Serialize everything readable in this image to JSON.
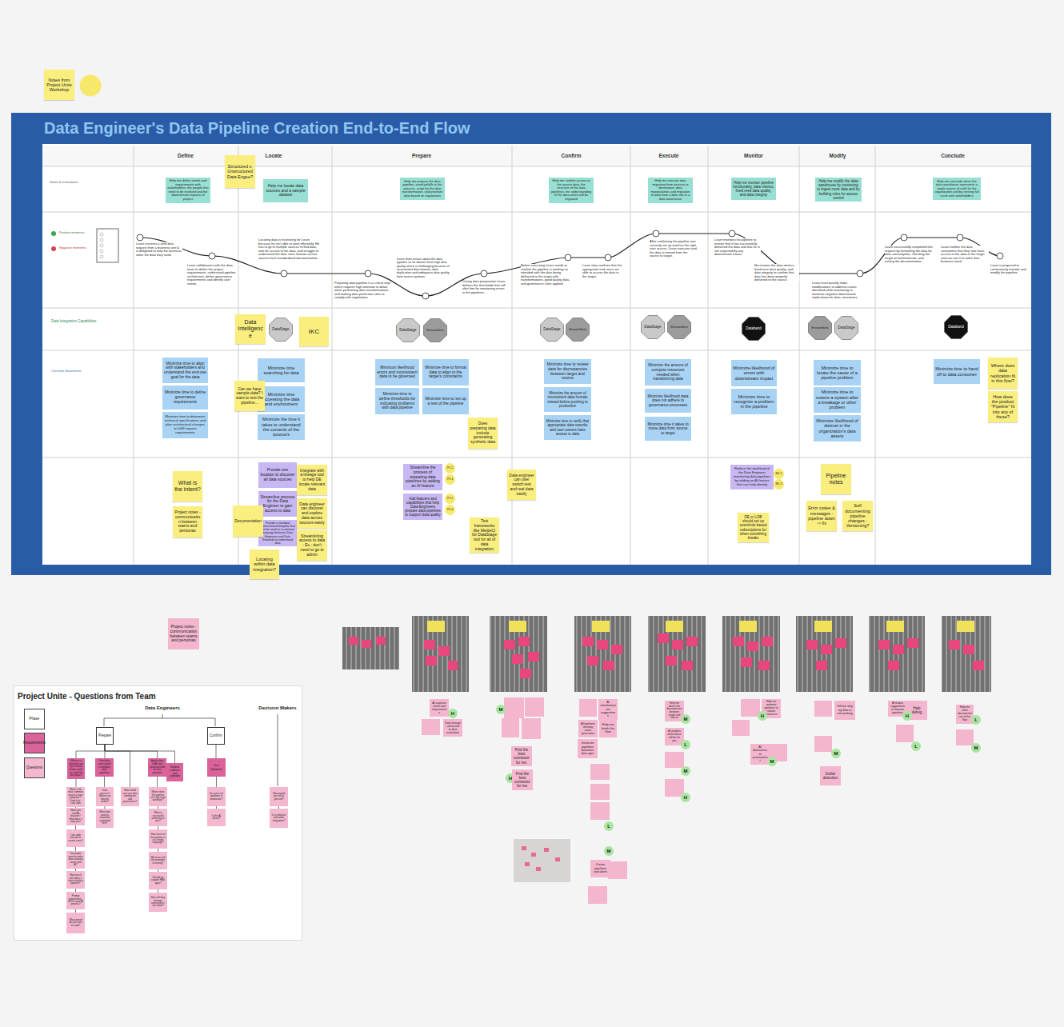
{
  "diagram": {
    "title": "Data Engineer's Data Pipeline Creation End-to-End Flow",
    "nodes": [
      {
        "text": [
          "Notes from Project Unite Workshop"
        ]
      },
      {
        "text": [
          "Structured v. Unstructured Data Engee?"
        ]
      },
      {
        "text": [
          "Help me define needs and requirements with stakeholders, the people that need to be involved and the downstream impacts of project"
        ]
      },
      {
        "text": [
          "Help me locate data sources and a sample dataset"
        ]
      },
      {
        "text": [
          "Help me prepare the data pipeline, avoid pitfalls in the process, script for the data transformation, and prioritize data based on regulations"
        ]
      },
      {
        "text": [
          "Help me confirm access to the source data, the structure of the data pipelines, the understanding of the data which will be migrated"
        ]
      },
      {
        "text": [
          "Help me execute data migration from sources to destination; data manipulation, and migration of data from a data silo to a data warehouse"
        ]
      },
      {
        "text": [
          "Help me monitor pipeline functionality, data metrics, fixed reed data quality, and data integrity"
        ]
      },
      {
        "text": [
          "Help me modify the data warehouse by continuing to ingest more data and by building rules for access control"
        ]
      },
      {
        "text": [
          "Help me conclude when the data warehouse represents a single source of truth for the organization and by serving full circle with stakeholders"
        ]
      },
      {
        "text": [
          "Data Intelligence"
        ]
      },
      {
        "text": [
          "DataStage"
        ]
      },
      {
        "text": [
          "IKC"
        ]
      },
      {
        "text": [
          "DataStage"
        ]
      },
      {
        "text": [
          "StreamSets"
        ]
      },
      {
        "text": [
          "DataStage"
        ]
      },
      {
        "text": [
          "StreamSets"
        ]
      },
      {
        "text": [
          "DataStage"
        ]
      },
      {
        "text": [
          "StreamSets"
        ]
      },
      {
        "text": [
          "Databand"
        ]
      },
      {
        "text": [
          "StreamSets"
        ]
      },
      {
        "text": [
          "DataStage"
        ]
      },
      {
        "text": [
          "Databand"
        ]
      },
      {
        "text": [
          "Minimize time to align with stakeholders and understand the end-use goal for the data"
        ]
      },
      {
        "text": [
          "Minimize time to define governance requirements"
        ]
      },
      {
        "text": [
          "Minimize time to determine technical specifications and plan architectural changes to fulfill request requirements"
        ]
      },
      {
        "text": [
          "Minimize time searching for data"
        ]
      },
      {
        "text": [
          "Minimize time accessing the data and environment"
        ]
      },
      {
        "text": [
          "Minimize the time it takes to understand the contents of the source/s"
        ]
      },
      {
        "text": [
          "Can we have sample data? I want to test the pipeline..."
        ]
      },
      {
        "text": [
          "Minimum likelihood errors and inconsistent data to be governed"
        ]
      },
      {
        "text": [
          "Minimize time to format data to align to the target's constraints"
        ]
      },
      {
        "text": [
          "Minimize time to define thresholds for indicating problems with data pipeline"
        ]
      },
      {
        "text": [
          "Minimize time to set up a test of the pipeline"
        ]
      },
      {
        "text": [
          "Does preparing data include generating synthetic data"
        ]
      },
      {
        "text": [
          "Minimize time to review data for discrepancies between target and source"
        ]
      },
      {
        "text": [
          "Minimize the amount of inconsistent data formats missed before pushing to production"
        ]
      },
      {
        "text": [
          "Minimize time to verify that appropriate data reworks and user-owners have access to data"
        ]
      },
      {
        "text": [
          "Minimize the amount of compute resources needed when transforming data"
        ]
      },
      {
        "text": [
          "Minimize likelihood data does not adhere to governance processes"
        ]
      },
      {
        "text": [
          "Minimize time it takes to move data from source to target"
        ]
      },
      {
        "text": [
          "Minimize likelihood of errors with downstream impact"
        ]
      },
      {
        "text": [
          "Minimize time to recognize a problem in the pipeline"
        ]
      },
      {
        "text": [
          "Minimize time to locate the cause of a pipeline problem"
        ]
      },
      {
        "text": [
          "Minimize time to restore a system after a breakage or other problem"
        ]
      },
      {
        "text": [
          "Minimize likelihood of distrust in the organization's data assets"
        ]
      },
      {
        "text": [
          "Minimize time to hand off to data consumer"
        ]
      },
      {
        "text": [
          "Where does data replication fit in this flow?"
        ]
      },
      {
        "text": [
          "How does the product \"Pipeline\" fit into any of these?"
        ]
      },
      {
        "text": [
          "What is the intent?"
        ]
      },
      {
        "text": [
          "Project notes - communication between teams and personas"
        ]
      },
      {
        "text": [
          "Provide one location to discover all data sources"
        ]
      },
      {
        "text": [
          "Streamline process for the Data Engineer to gain access to data"
        ]
      },
      {
        "text": [
          "Provide a standard nomenclature/template that can be used as a common language between Data Engineers and Data Stewards to understand data"
        ]
      },
      {
        "text": [
          "Integrate with a lineage tool to help DE locate relevant data"
        ]
      },
      {
        "text": [
          "Documentation"
        ]
      },
      {
        "text": [
          "Data engineer can discover and explore data across sources easily"
        ]
      },
      {
        "text": [
          "Streamlining access to data - Ex.: don't need to go to admin"
        ]
      },
      {
        "text": [
          "Locating within data integration?"
        ]
      },
      {
        "text": [
          "Streamline the process of preparing data pipelines by adding an AI feature"
        ]
      },
      {
        "text": [
          "P1.2"
        ]
      },
      {
        "text": [
          "P1.3"
        ]
      },
      {
        "text": [
          "Add features and capabilities that help Data Engineers prepare data pipelines to support data quality"
        ]
      },
      {
        "text": [
          "P1.1"
        ]
      },
      {
        "text": [
          "P1.4"
        ]
      },
      {
        "text": [
          "Test frameworks like MettleCI for DataStage tool for all of data integration"
        ]
      },
      {
        "text": [
          "Data engineer can use/ switch test and real data easily"
        ]
      },
      {
        "text": [
          "Reduce the workload of the Data Engineer monitoring data pipelines by adding an AI feature that can help identify"
        ]
      },
      {
        "text": [
          "M1.2"
        ]
      },
      {
        "text": [
          "M1.3"
        ]
      },
      {
        "text": [
          "DE or LOB should set up event/rule based subscriptions for when something breaks"
        ]
      },
      {
        "text": [
          "Pipeline notes"
        ]
      },
      {
        "text": [
          "Error codes & messages - pipeline down -> fix"
        ]
      },
      {
        "text": [
          "Self documenting pipeline changes - Versioning?"
        ]
      },
      {
        "text": [
          "Project notes - communication between teams and personas"
        ]
      },
      {
        "text": [
          "AI captures intent and requirements"
        ]
      },
      {
        "text": [
          "H"
        ]
      },
      {
        "text": [
          "Data lineage connected to data evaluation"
        ]
      },
      {
        "text": [
          "M"
        ]
      },
      {
        "text": [
          "Find the best connector for me."
        ]
      },
      {
        "text": [
          "H"
        ]
      },
      {
        "text": [
          "Find the best connector for me."
        ]
      },
      {
        "text": [
          "AI transformation suggestions"
        ]
      },
      {
        "text": [
          "AI/synthetic missing value generation"
        ]
      },
      {
        "text": [
          "Help me finish the flow"
        ]
      },
      {
        "text": [
          "Generate pipelines based on data type"
        ]
      },
      {
        "text": [
          "L"
        ]
      },
      {
        "text": [
          "M"
        ]
      },
      {
        "text": [
          "Create pipelines and alerts"
        ]
      },
      {
        "text": [
          "Help me detect the discrepancies between target and source"
        ]
      },
      {
        "text": [
          "M"
        ]
      },
      {
        "text": [
          "AI predicts what failure will be for you"
        ]
      },
      {
        "text": [
          "L"
        ]
      },
      {
        "text": [
          "M"
        ]
      },
      {
        "text": [
          "H"
        ]
      },
      {
        "text": [
          "Help me optimize pipelines to reduce resources"
        ]
      },
      {
        "text": [
          "H"
        ]
      },
      {
        "text": [
          "AI downstream assessment"
        ]
      },
      {
        "text": [
          "M"
        ]
      },
      {
        "text": [
          "Tell me why my flow is not working"
        ]
      },
      {
        "text": [
          "M"
        ]
      },
      {
        "text": [
          "Outlier detection"
        ]
      },
      {
        "text": [
          "AI makes suggestions to improve pipelines"
        ]
      },
      {
        "text": [
          "Help debug"
        ]
      },
      {
        "text": [
          "H"
        ]
      },
      {
        "text": [
          "L"
        ]
      },
      {
        "text": [
          "Help me write documentation of the flow"
        ]
      },
      {
        "text": [
          "L"
        ]
      },
      {
        "text": [
          "M"
        ]
      },
      {
        "text": [
          "Project Unite - Questions from Team"
        ]
      },
      {
        "text": [
          "Prepare"
        ],
        "in": 109
      },
      {
        "text": [
          "Confirm"
        ],
        "in": 109
      },
      {
        "text": [
          "What is a directory set up in terms of low code / no code for personas?"
        ],
        "in": 109
      },
      {
        "text": [
          "Flexibility and control in building data pipelines"
        ],
        "in": 109
      },
      {
        "text": [
          "Application of AI and generative AI for this persona"
        ],
        "in": 109
      },
      {
        "text": [
          "Validate codeless and codeable"
        ],
        "in": 109
      },
      {
        "text": [
          "Test (Validate)"
        ],
        "in": 109
      },
      {
        "text": [
          "What is the most common way to create a pipeline? - Code-first - Low code"
        ],
        "in": 109
      },
      {
        "text": [
          "Have you tried AI features? How does it help you?"
        ],
        "in": 109
      },
      {
        "text": [
          "Low code wizards to review users?"
        ],
        "in": 109
      },
      {
        "text": [
          "Do people want to make data cleaning easier with AI?"
        ],
        "in": 109
      },
      {
        "text": [
          "How much time does it take to build a pipeline?"
        ],
        "in": 109
      },
      {
        "text": [
          "Prompt engineering - ROI in your AI process?"
        ],
        "in": 109
      },
      {
        "text": [
          "What period do you want to code?"
        ],
        "in": 109
      },
      {
        "text": [
          "Data sources? Where can they be found?"
        ],
        "in": 109
      },
      {
        "text": [
          "What data sources should be supported first?"
        ],
        "in": 109
      },
      {
        "text": [
          "How would user use data intelligence and governance?"
        ],
        "in": 109
      },
      {
        "text": [
          "Where does the pipeline sit in the team workflow?"
        ],
        "in": 109
      },
      {
        "text": [
          "What is successful authoring to you?"
        ],
        "in": 109
      },
      {
        "text": [
          "How much of the pipeline is in a single language?"
        ],
        "in": 109
      },
      {
        "text": [
          "What are real life examples of testing?"
        ],
        "in": 109
      },
      {
        "text": [
          "Should we support RAG apps?"
        ],
        "in": 109
      },
      {
        "text": [
          "How will they manage connections / test them?"
        ],
        "in": 109
      },
      {
        "text": [
          "Do users run pipelines in production?"
        ],
        "in": 109
      },
      {
        "text": [
          "Is this AI driven?"
        ],
        "in": 109
      },
      {
        "text": [
          "How would you tell to yourself?"
        ],
        "in": 109
      },
      {
        "text": [
          "Is it cohesive with other integration?"
        ],
        "in": 109
      }
    ],
    "edges": [
      {
        "from": 110,
        "to": 112,
        "arrow": "none"
      },
      {
        "from": 110,
        "to": 113,
        "arrow": "none"
      },
      {
        "from": 110,
        "to": 126,
        "arrow": "none"
      },
      {
        "from": 110,
        "to": 114,
        "arrow": "none"
      },
      {
        "from": 110,
        "to": 115,
        "arrow": "none"
      },
      {
        "from": 111,
        "to": 116,
        "arrow": "none"
      },
      {
        "from": 112,
        "to": 117,
        "arrow": "none"
      },
      {
        "from": 117,
        "to": 118,
        "arrow": "none"
      },
      {
        "from": 118,
        "to": 119,
        "arrow": "none"
      },
      {
        "from": 119,
        "to": 120,
        "arrow": "none"
      },
      {
        "from": 120,
        "to": 121,
        "arrow": "none"
      },
      {
        "from": 121,
        "to": 122,
        "arrow": "none"
      },
      {
        "from": 122,
        "to": 123,
        "arrow": "none"
      },
      {
        "from": 113,
        "to": 124,
        "arrow": "none"
      },
      {
        "from": 124,
        "to": 125,
        "arrow": "none"
      },
      {
        "from": 114,
        "to": 127,
        "arrow": "none"
      },
      {
        "from": 127,
        "to": 128,
        "arrow": "none"
      },
      {
        "from": 128,
        "to": 129,
        "arrow": "none"
      },
      {
        "from": 129,
        "to": 130,
        "arrow": "none"
      },
      {
        "from": 130,
        "to": 131,
        "arrow": "none"
      },
      {
        "from": 131,
        "to": 132,
        "arrow": "none"
      },
      {
        "from": 116,
        "to": 133,
        "arrow": "none"
      },
      {
        "from": 133,
        "to": 134,
        "arrow": "none"
      },
      {
        "from": 135,
        "to": 136,
        "arrow": "none"
      }
    ],
    "labels": [
      "Define",
      "Locate",
      "Prepare",
      "Confirm",
      "Execute",
      "Monitor",
      "Modify",
      "Conclude",
      "Goals & motivations",
      "Positive moments",
      "Negative moments",
      "Data Integration Capabilities",
      "Outcome Statements",
      "Learn receives a new data request from a business unit & is delighted to help the business solve the data they need.",
      "Learn collaborates with the data team to define the project requirements, understand pipeline architecture, define governance requirements and identify user needs.",
      "Locating data is frustrating for Learn because he isn't able to work efficiently. He has to go to multiple sources to find data, wait for access to the data, and struggle to understand the data since formats across sources lack standardized documentation.",
      "Preparing data pipeline is a critical step which requires high attention to detail when performing data transformations and making data protection rules to comply with regulations.",
      "Learn feels unsure about the data pipeline as he doesn't have high data quality which is challenging because of inconsistent data formats, data duplication and ambiguous data quality from source systems.",
      "During data preparation Learn defines the thresholds that will alert him for monitoring errors in the pipelines.",
      "Before executing Learn needs to confirm the pipeline is working as intended with the data being delivered to the target with transformations, good quality data, and governance rules applied.",
      "Learn also confirms that the appropriate end users are able to access the data in the target.",
      "After confirming the pipeline was correctly set up and has the right user access, Learn executes and the data is moved from the source to target.",
      "Learn monitors his pipeline to ensure that it has successfully delivered the data and that he is not surprised by any downstream issues.",
      "He reviews the data metrics, fixed error data quality, and data integrity to confirm that data has been properly delivered to the source.",
      "Learn must quickly make modifications to address issues identified while monitoring to minimize negative downstream implications for data consumers.",
      "Learn successfully completed this request by formatting the data for data consumption, checking the target of text/materials, and setting the documentation.",
      "Learn notifies the data consumers that they now have access to the data in the target and can use it to solve their business need.",
      "Learn is prepared to continuously monitor and modify the pipeline.",
      "Data Engineers",
      "Decision Makers"
    ],
    "legend": [
      {
        "text": "Phase",
        "color": "#ffffff"
      },
      {
        "text": "Requirements",
        "color": "#d9639a"
      },
      {
        "text": "Questions",
        "color": "#f3b8cf"
      }
    ]
  }
}
